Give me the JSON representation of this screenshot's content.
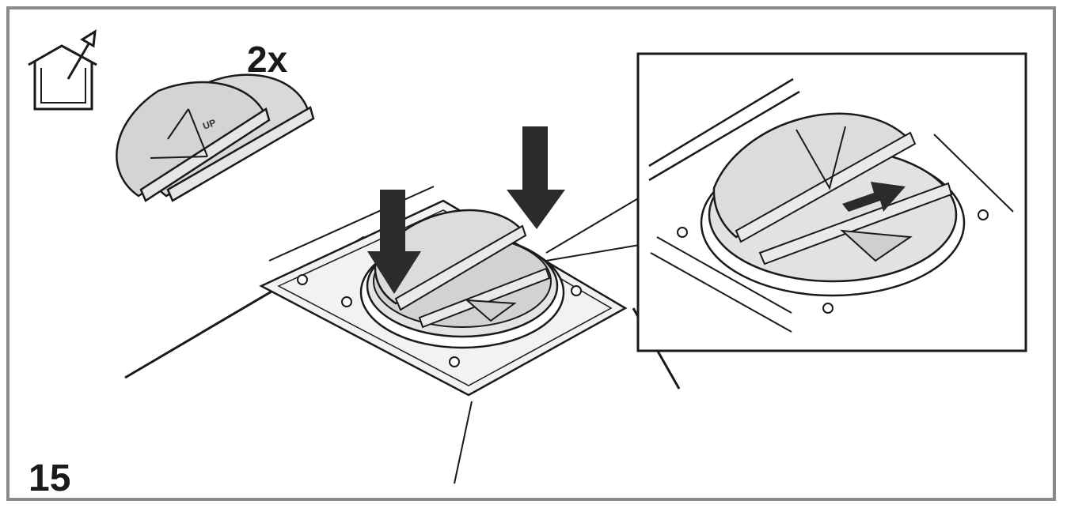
{
  "instruction": {
    "step_number": "15",
    "quantity": "2x",
    "flap_marking": "UP",
    "icons": [
      "external-venting-icon",
      "push-down-arrow-icon",
      "slide-arrow-icon"
    ],
    "colors": {
      "frame": "#8a8a8a",
      "line": "#1a1a1a",
      "flap_fill": "#d9d9d9",
      "plate_fill": "#f2f2f2",
      "arrow": "#2b2b2b"
    }
  }
}
